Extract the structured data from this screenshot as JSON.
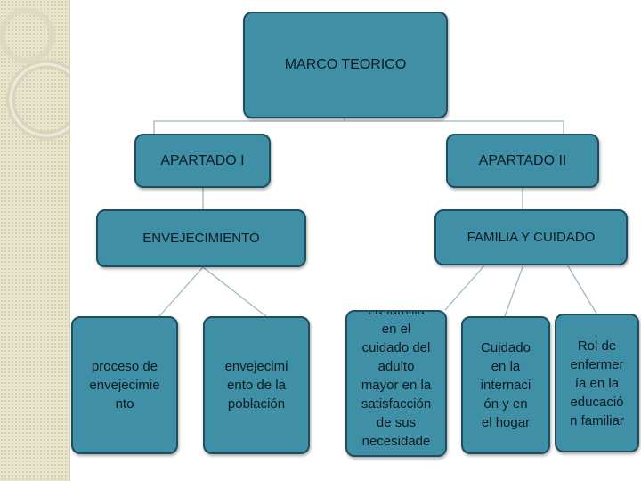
{
  "diagram": {
    "root": {
      "label": "MARCO TEORICO"
    },
    "sections": [
      {
        "label": "APARTADO I",
        "topic": "ENVEJECIMIENTO",
        "items": [
          "proceso de\nenvejecimie\nnto",
          "envejecimi\nento de la\npoblación"
        ]
      },
      {
        "label": "APARTADO II",
        "topic": "FAMILIA Y CUIDADO",
        "items": [
          "La familia\nen el\ncuidado del\nadulto\nmayor en la\nsatisfacción\nde sus\nnecesidade",
          "Cuidado\nen la\ninternaci\nón y en\nel hogar",
          "Rol de\nenfermer\nía en la\neducació\nn familiar"
        ]
      }
    ]
  },
  "colors": {
    "node_fill": "#3f8fa6",
    "node_border": "#1f4e5e",
    "connector": "#9fb8c2",
    "background_strip": "#e9e4cc"
  }
}
